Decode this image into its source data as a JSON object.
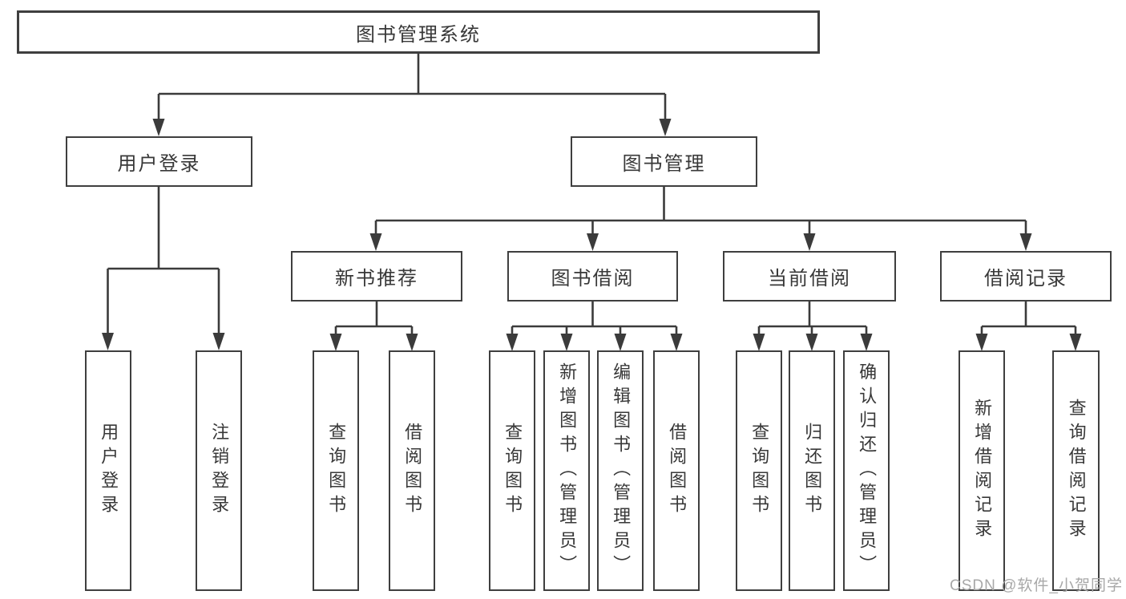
{
  "diagram_title": "图书管理系统",
  "watermark": {
    "text": "CSDN @软件_小贺同学"
  },
  "line_color": "#3b3b3b",
  "tree": {
    "label": "图书管理系统",
    "children": [
      {
        "label": "用户登录",
        "children": [
          {
            "label": "用户登录"
          },
          {
            "label": "注销登录"
          }
        ]
      },
      {
        "label": "图书管理",
        "children": [
          {
            "label": "新书推荐",
            "children": [
              {
                "label": "查询图书"
              },
              {
                "label": "借阅图书"
              }
            ]
          },
          {
            "label": "图书借阅",
            "children": [
              {
                "label": "查询图书"
              },
              {
                "label": "新增图书（管理员）"
              },
              {
                "label": "编辑图书（管理员）"
              },
              {
                "label": "借阅图书"
              }
            ]
          },
          {
            "label": "当前借阅",
            "children": [
              {
                "label": "查询图书"
              },
              {
                "label": "归还图书"
              },
              {
                "label": "确认归还（管理员）"
              }
            ]
          },
          {
            "label": "借阅记录",
            "children": [
              {
                "label": "新增借阅记录"
              },
              {
                "label": "查询借阅记录"
              }
            ]
          }
        ]
      }
    ]
  }
}
